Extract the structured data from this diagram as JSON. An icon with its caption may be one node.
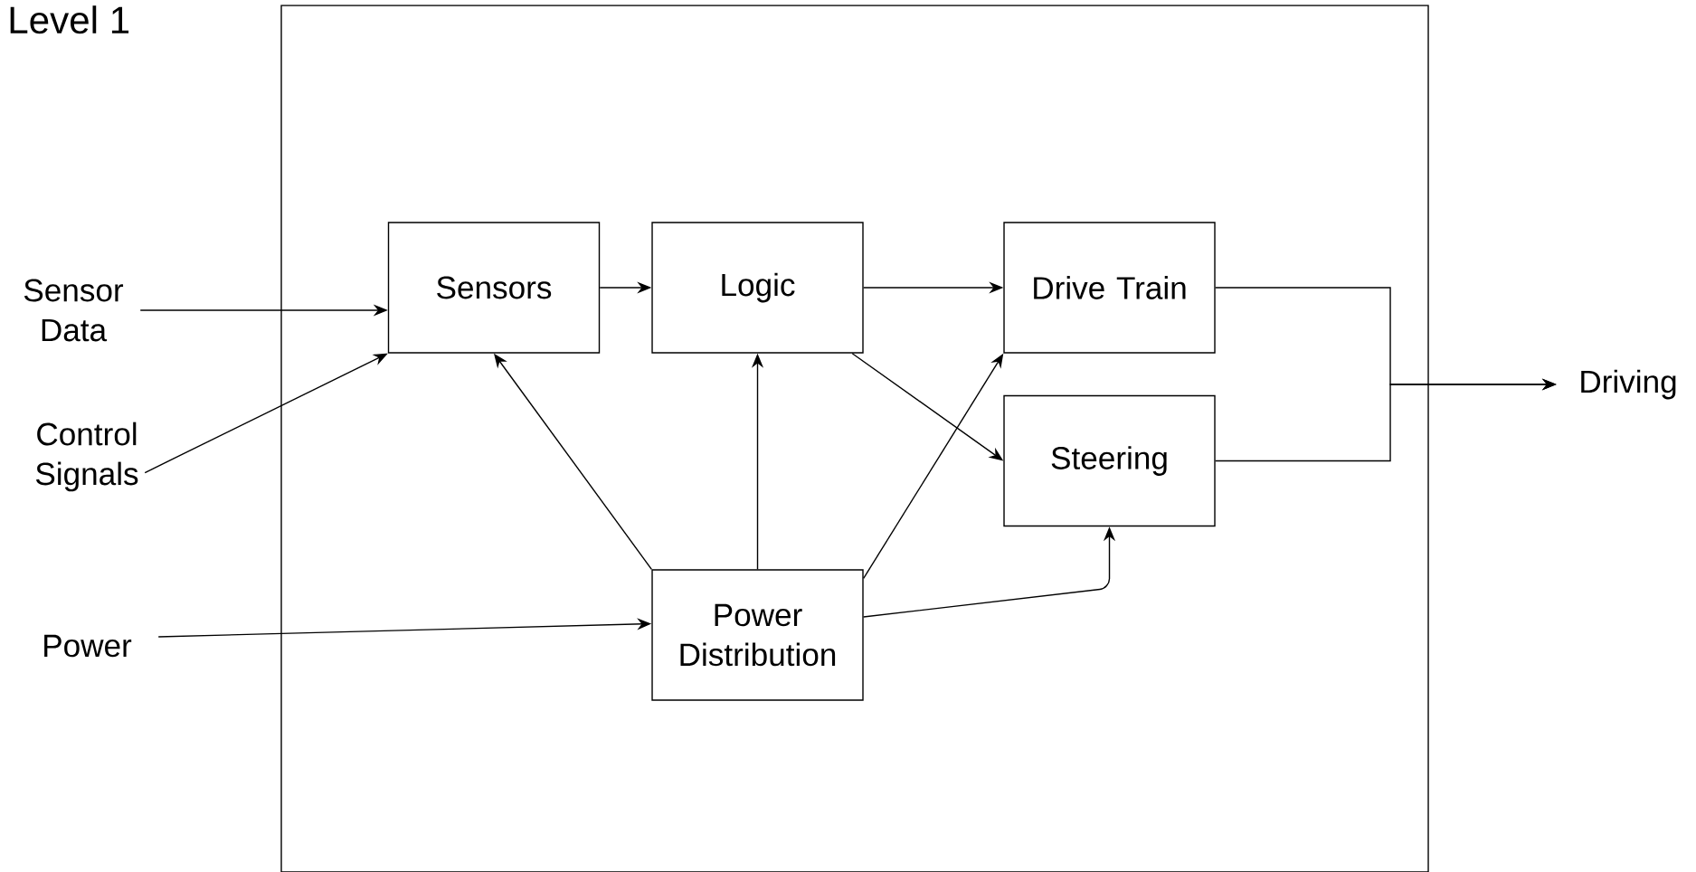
{
  "diagram": {
    "title": "Level 1",
    "nodes": [
      {
        "text": [],
        "shape": "box"
      },
      {
        "text": [
          "Sensor Data"
        ]
      },
      {
        "text": [
          "Control Signals"
        ]
      },
      {
        "text": [
          "Power"
        ]
      },
      {
        "text": [
          "Sensors"
        ],
        "in": 0
      },
      {
        "text": [
          "Logic"
        ],
        "in": 0
      },
      {
        "text": [
          "Drive Train"
        ],
        "in": 0
      },
      {
        "text": [
          "Steering"
        ],
        "in": 0
      },
      {
        "text": [
          "Power Distribution"
        ],
        "in": 0
      },
      {
        "text": [
          "Driving"
        ]
      }
    ],
    "edges": [
      {
        "from": 1,
        "to": 4,
        "arrow": "to"
      },
      {
        "from": 2,
        "to": 4,
        "arrow": "to"
      },
      {
        "from": 3,
        "to": 8,
        "arrow": "to"
      },
      {
        "from": 4,
        "to": 5,
        "arrow": "to"
      },
      {
        "from": 5,
        "to": 6,
        "arrow": "to"
      },
      {
        "from": 5,
        "to": 7,
        "arrow": "to"
      },
      {
        "from": 8,
        "to": 4,
        "arrow": "to"
      },
      {
        "from": 8,
        "to": 5,
        "arrow": "to"
      },
      {
        "from": 8,
        "to": 6,
        "arrow": "to"
      },
      {
        "from": 8,
        "to": 7,
        "arrow": "to"
      },
      {
        "from": 6,
        "to": 9,
        "arrow": "to"
      },
      {
        "from": 7,
        "to": 9,
        "arrow": "to"
      }
    ]
  }
}
